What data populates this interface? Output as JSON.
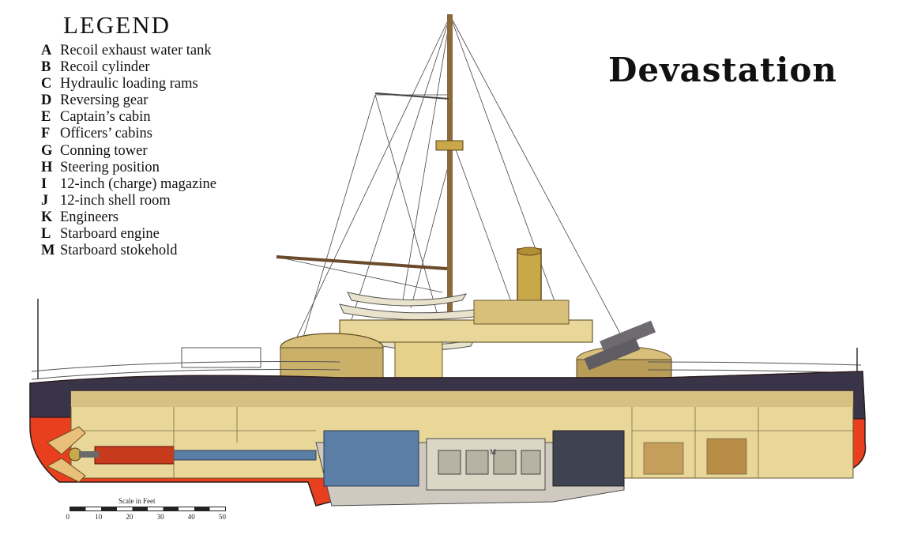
{
  "title": "Devastation",
  "legend": {
    "heading": "LEGEND",
    "items": [
      {
        "letter": "A",
        "text": "Recoil exhaust water tank"
      },
      {
        "letter": "B",
        "text": "Recoil cylinder"
      },
      {
        "letter": "C",
        "text": "Hydraulic loading rams"
      },
      {
        "letter": "D",
        "text": "Reversing gear"
      },
      {
        "letter": "E",
        "text": "Captain’s cabin"
      },
      {
        "letter": "F",
        "text": "Officers’ cabins"
      },
      {
        "letter": "G",
        "text": "Conning tower"
      },
      {
        "letter": "H",
        "text": "Steering position"
      },
      {
        "letter": "I",
        "text": "12-inch (charge) magazine"
      },
      {
        "letter": "J",
        "text": "12-inch shell room"
      },
      {
        "letter": "K",
        "text": "Engineers"
      },
      {
        "letter": "L",
        "text": "Starboard engine"
      },
      {
        "letter": "M",
        "text": "Starboard stokehold"
      }
    ]
  },
  "scale": {
    "label": "Scale in Feet",
    "ticks": [
      "0",
      "10",
      "20",
      "30",
      "40",
      "50"
    ]
  },
  "diagram_labels": {
    "m_marker": "M"
  },
  "colors": {
    "hull_red": "#e8401e",
    "hull_dark": "#3a3448",
    "deck_cream": "#e9d79a",
    "turret_tan": "#d8c07a",
    "machinery_blue": "#5b7ea6",
    "funnel_ochre": "#c9a84a"
  }
}
